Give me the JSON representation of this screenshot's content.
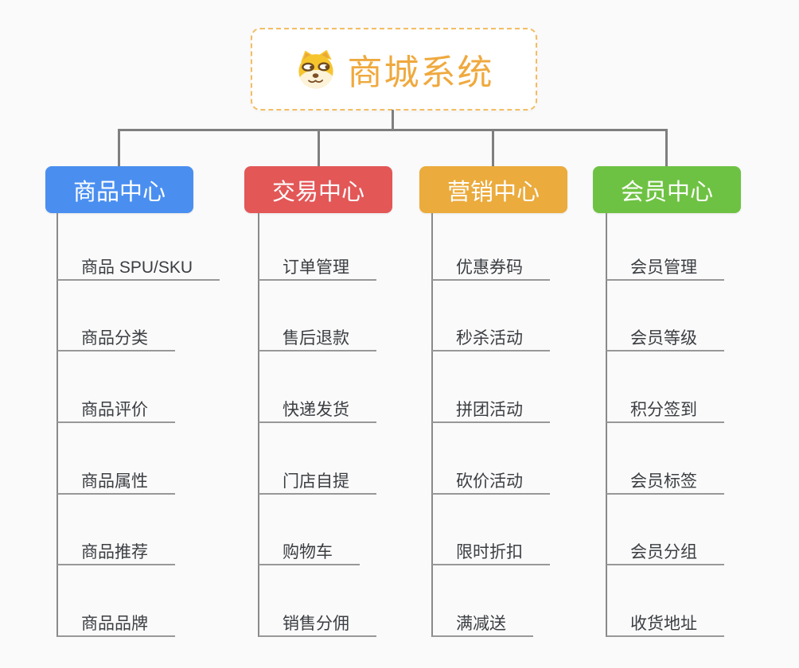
{
  "root": {
    "title": "商城系统",
    "icon": "doge-face-icon",
    "text_color": "#efa93e",
    "border_color": "#f3bd63",
    "background": "#ffffff"
  },
  "connector_color": "#7f7f7f",
  "leaf_underline_color": "#989898",
  "leaf_text_color": "#3b3e42",
  "canvas_background": "#fafafa",
  "branches": [
    {
      "label": "商品中心",
      "color": "#4a8ff0",
      "items": [
        "商品 SPU/SKU",
        "商品分类",
        "商品评价",
        "商品属性",
        "商品推荐",
        "商品品牌"
      ]
    },
    {
      "label": "交易中心",
      "color": "#e35757",
      "items": [
        "订单管理",
        "售后退款",
        "快递发货",
        "门店自提",
        "购物车",
        "销售分佣"
      ]
    },
    {
      "label": "营销中心",
      "color": "#ebab3d",
      "items": [
        "优惠券码",
        "秒杀活动",
        "拼团活动",
        "砍价活动",
        "限时折扣",
        "满减送"
      ]
    },
    {
      "label": "会员中心",
      "color": "#6ec243",
      "items": [
        "会员管理",
        "会员等级",
        "积分签到",
        "会员标签",
        "会员分组",
        "收货地址"
      ]
    }
  ]
}
